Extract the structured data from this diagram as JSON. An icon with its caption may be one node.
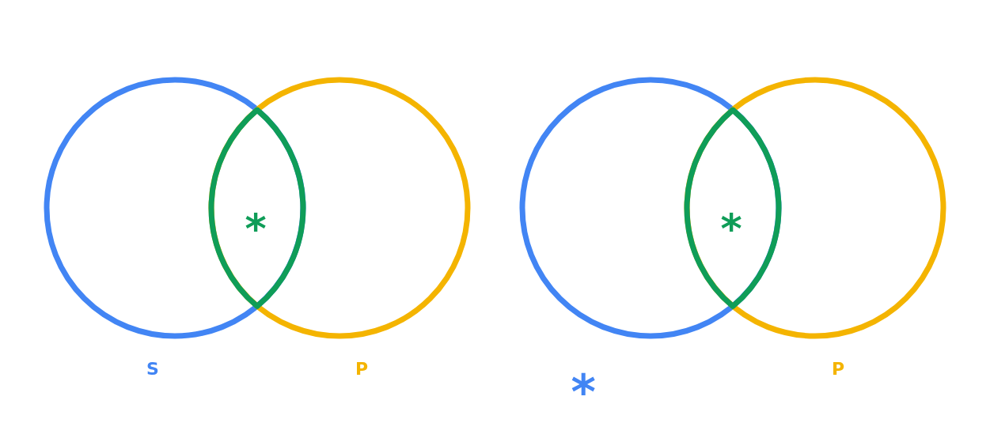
{
  "diagram": {
    "nodes": [
      {
        "text": [
          "S"
        ]
      },
      {
        "text": [
          "P"
        ]
      },
      {
        "text": [
          "*"
        ]
      },
      {
        "text": [
          "*"
        ]
      },
      {
        "text": [
          "P"
        ]
      },
      {
        "text": [
          "*"
        ]
      }
    ]
  }
}
